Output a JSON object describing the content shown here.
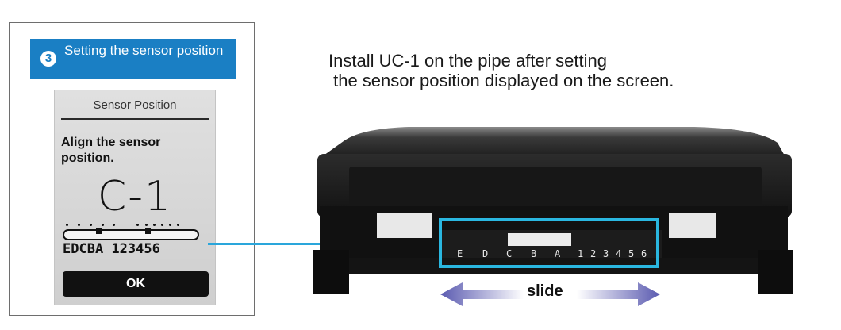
{
  "step": {
    "number": "3",
    "title": "Setting the sensor position"
  },
  "screen": {
    "header": "Sensor Position",
    "message": "Align the sensor position.",
    "value": "C-1",
    "scale_labels": "EDCBA 123456",
    "ok_label": "OK"
  },
  "instruction": {
    "line1": "Install UC-1 on the pipe after setting",
    "line2": " the sensor position displayed on the screen."
  },
  "device": {
    "scale_labels": [
      "E",
      "D",
      "C",
      "B",
      "A",
      "1",
      "2",
      "3",
      "4",
      "5",
      "6"
    ]
  },
  "slide_label": "slide",
  "colors": {
    "step_banner": "#1a7fc4",
    "highlight": "#2ab7e0",
    "connector": "#2aa6db",
    "slide_arrow": "#5a5ab0"
  }
}
